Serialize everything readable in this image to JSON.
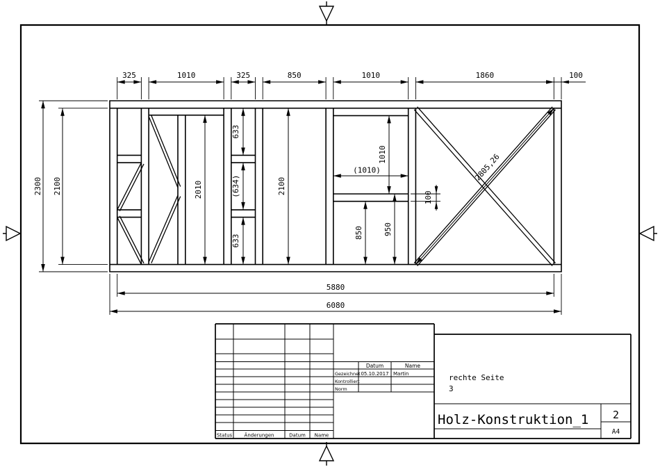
{
  "colors": {
    "line": "#000000",
    "background": "#ffffff"
  },
  "drawing": {
    "dims_top": [
      "325",
      "1010",
      "325",
      "850",
      "1010",
      "1860",
      "100"
    ],
    "dims_left": [
      "2300",
      "2100"
    ],
    "dims_bottom": [
      "5880",
      "6080"
    ],
    "inner": {
      "panel_b_height": "2010",
      "panel_c": [
        "633",
        "(634)",
        "633"
      ],
      "panel_d_height": "2100",
      "panel_e_opening": "1010",
      "panel_e_width": "(1010)",
      "panel_e_rail": "100",
      "panel_e_lower": "850",
      "panel_e_total": "950",
      "panel_f_diagonal": "2805,26"
    }
  },
  "title_block": {
    "header": {
      "datum": "Datum",
      "name": "Name"
    },
    "rows": [
      {
        "label": "Gezeichnet",
        "datum": "05.10.2017",
        "name": "Martin"
      },
      {
        "label": "Kontrolliert",
        "datum": "",
        "name": ""
      },
      {
        "label": "Norm",
        "datum": "",
        "name": ""
      }
    ],
    "view_name": "rechte Seite",
    "view_number": "3",
    "drawing_title": "Holz-Konstruktion_1",
    "sheet_number": "2",
    "format": "A4",
    "footer": [
      "Status",
      "Änderungen",
      "Datum",
      "Name"
    ]
  }
}
